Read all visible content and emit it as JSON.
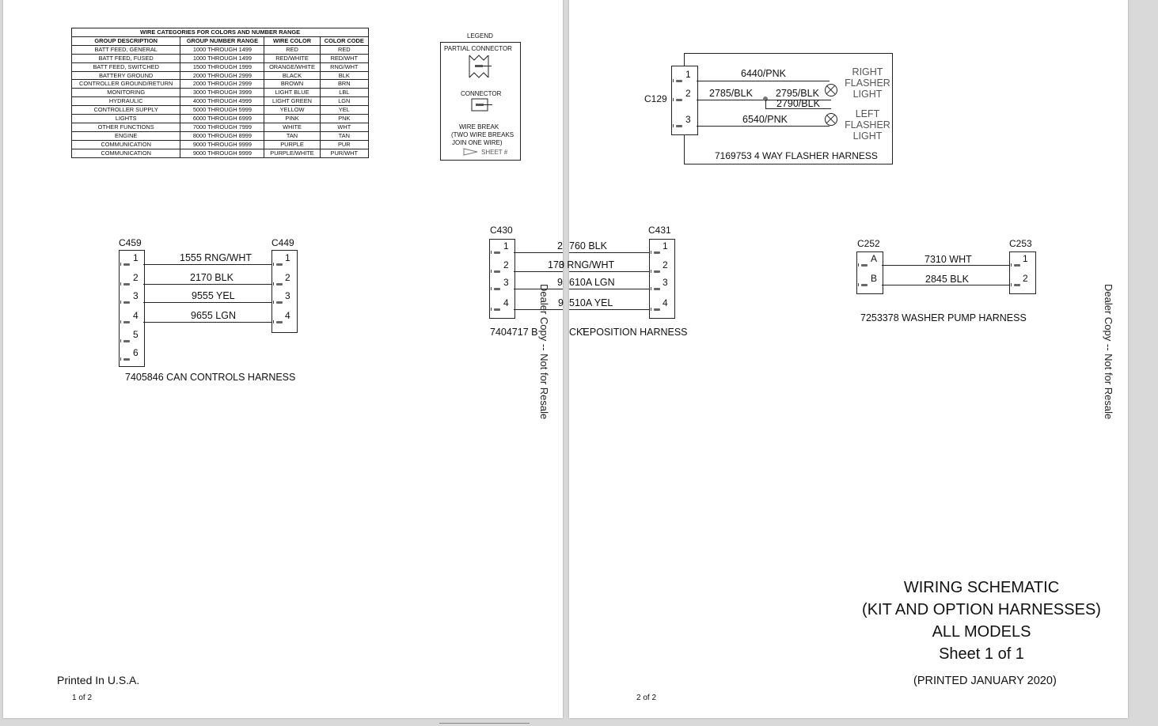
{
  "table": {
    "caption": "WIRE CATEGORIES FOR COLORS AND NUMBER RANGE",
    "headers": [
      "GROUP DESCRIPTION",
      "GROUP NUMBER RANGE",
      "WIRE COLOR",
      "COLOR CODE"
    ],
    "rows": [
      [
        "BATT FEED, GENERAL",
        "1000 THROUGH 1499",
        "RED",
        "RED"
      ],
      [
        "BATT FEED, FUSED",
        "1000 THROUGH 1499",
        "RED/WHITE",
        "RED/WHT"
      ],
      [
        "BATT FEED, SWITCHED",
        "1500 THROUGH 1999",
        "ORANGE/WHITE",
        "RNG/WHT"
      ],
      [
        "BATTERY GROUND",
        "2000 THROUGH 2999",
        "BLACK",
        "BLK"
      ],
      [
        "CONTROLLER GROUND/RETURN",
        "2000 THROUGH 2999",
        "BROWN",
        "BRN"
      ],
      [
        "MONITORING",
        "3000 THROUGH 3999",
        "LIGHT BLUE",
        "LBL"
      ],
      [
        "HYDRAULIC",
        "4000 THROUGH 4999",
        "LIGHT GREEN",
        "LGN"
      ],
      [
        "CONTROLLER SUPPLY",
        "5000 THROUGH 5999",
        "YELLOW",
        "YEL"
      ],
      [
        "LIGHTS",
        "6000 THROUGH 6999",
        "PINK",
        "PNK"
      ],
      [
        "OTHER FUNCTIONS",
        "7000 THROUGH 7999",
        "WHITE",
        "WHT"
      ],
      [
        "ENGINE",
        "8000 THROUGH 8999",
        "TAN",
        "TAN"
      ],
      [
        "COMMUNICATION",
        "9000 THROUGH 9999",
        "PURPLE",
        "PUR"
      ],
      [
        "COMMUNICATION",
        "9000 THROUGH 9999",
        "PURPLE/WHITE",
        "PUR/WHT"
      ]
    ]
  },
  "legend": {
    "title": "LEGEND",
    "partial_connector": "PARTIAL CONNECTOR",
    "connector": "CONNECTOR",
    "wire_break_1": "WIRE BREAK",
    "wire_break_2": "(TWO WIRE BREAKS",
    "wire_break_3": "JOIN ONE WIRE)",
    "sheet": "SHEET #"
  },
  "can": {
    "left": "C459",
    "right": "C449",
    "pins_left": [
      "1",
      "2",
      "3",
      "4",
      "5",
      "6"
    ],
    "pins_right": [
      "1",
      "2",
      "3",
      "4"
    ],
    "wires": [
      "1555 RNG/WHT",
      "2170 BLK",
      "9555 YEL",
      "9655 LGN"
    ],
    "name": "7405846 CAN CONTROLS HARNESS"
  },
  "bucket": {
    "left": "C430",
    "right": "C431",
    "pins": [
      "1",
      "2",
      "3",
      "4"
    ],
    "wires_left": [
      "2",
      "173",
      "9",
      "9"
    ],
    "wires_right": [
      "760 BLK",
      "0 RNG/WHT",
      "610A LGN",
      "510A YEL"
    ],
    "name_left": "7404717 B",
    "name_right": "T POSITION HARNESS",
    "name_mid": "CKE"
  },
  "washer": {
    "left": "C252",
    "right": "C253",
    "pins_left": [
      "A",
      "B"
    ],
    "pins_right": [
      "1",
      "2"
    ],
    "wires": [
      "7310 WHT",
      "2845 BLK"
    ],
    "name": "7253378 WASHER PUMP HARNESS"
  },
  "flasher": {
    "connector": "C129",
    "pins": [
      "1",
      "2",
      "3"
    ],
    "w1": "6440/PNK",
    "w2": "2785/BLK",
    "w2a": "2795/BLK",
    "w2b": "2790/BLK",
    "w3": "6540/PNK",
    "right_light": [
      "RIGHT",
      "FLASHER",
      "LIGHT"
    ],
    "left_light": [
      "LEFT",
      "FLASHER",
      "LIGHT"
    ],
    "name": "7169753 4 WAY FLASHER HARNESS"
  },
  "watermark": "Dealer Copy -- Not for Resale",
  "footer": {
    "printed": "Printed In U.S.A.",
    "page1": "1 of 2",
    "page2": "2 of 2"
  },
  "title": {
    "line1": "WIRING SCHEMATIC",
    "line2": "(KIT AND OPTION HARNESSES)",
    "line3": "ALL MODELS",
    "line4": "Sheet 1 of 1",
    "printed": "(PRINTED JANUARY 2020)"
  }
}
